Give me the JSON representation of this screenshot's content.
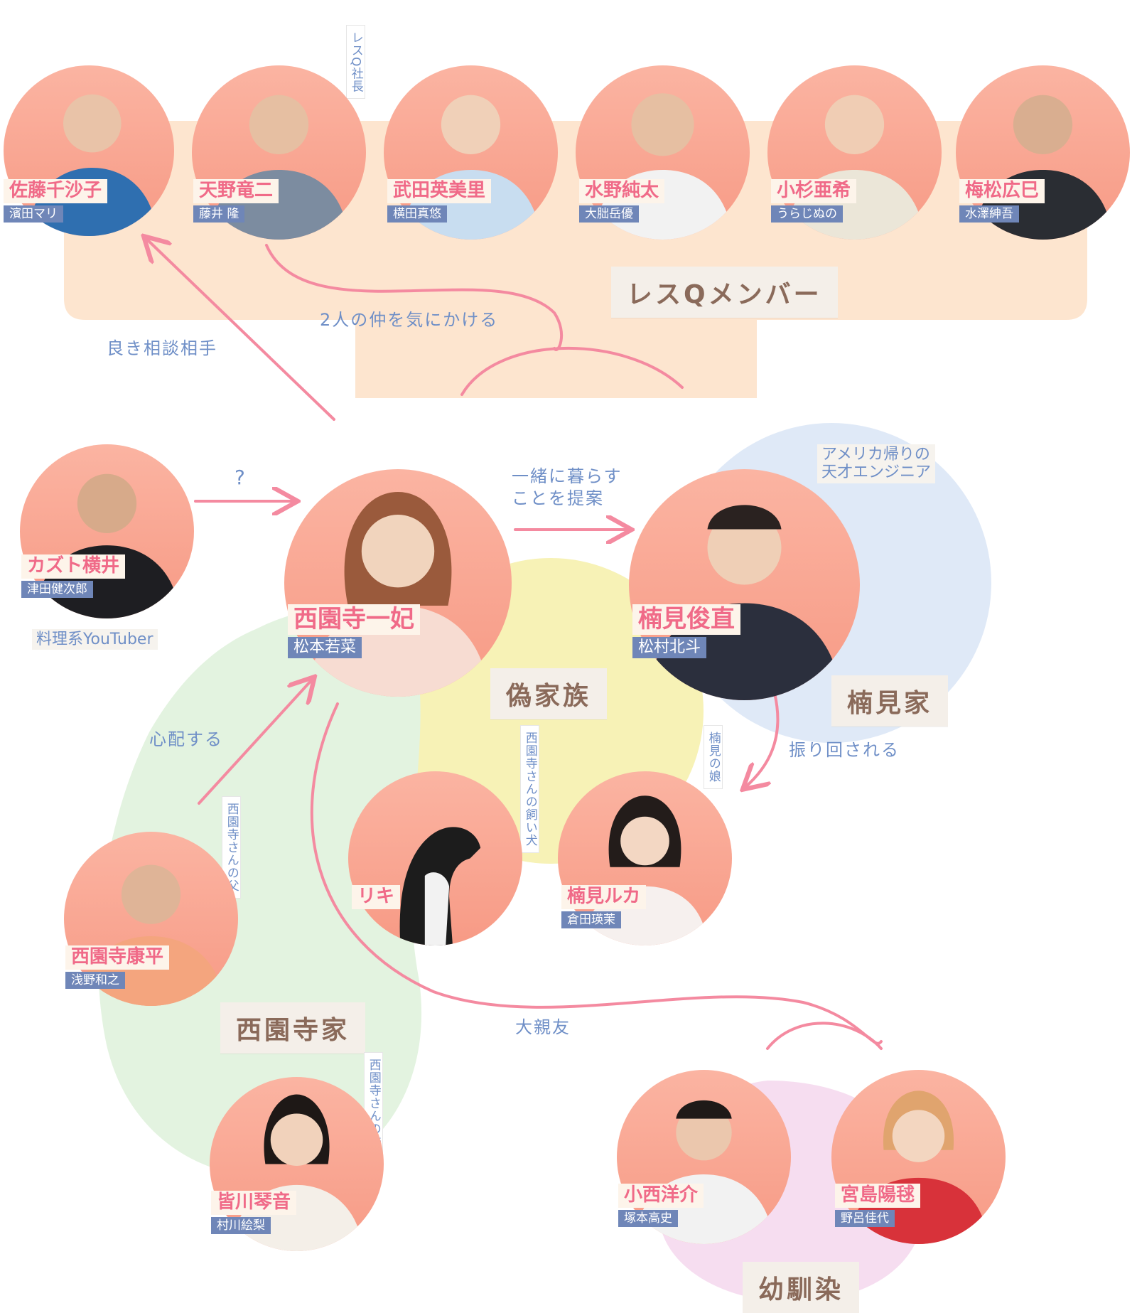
{
  "group_labels": {
    "resq": "レスQメンバー",
    "fake_family": "偽家族",
    "kusumi_family": "楠見家",
    "saionji_family": "西園寺家",
    "childhood_friends": "幼馴染"
  },
  "relations": {
    "good_adviser": "良き相談相手",
    "care_about_two": "2人の仲を気にかける",
    "question": "?",
    "propose_line1": "一緒に暮らす",
    "propose_line2": "ことを提案",
    "worried": "心配する",
    "swung_around": "振り回される",
    "best_friend": "大親友"
  },
  "notes": {
    "resq_president": "レスQ社長",
    "cooking_youtuber": "料理系YouTuber",
    "genius_engineer_line1": "アメリカ帰りの",
    "genius_engineer_line2": "天才エンジニア",
    "dog_note": "西園寺さんの飼い犬",
    "daughter_note": "楠見の娘",
    "father_note": "西園寺さんの父",
    "sister_note": "西園寺さんの妹"
  },
  "people": {
    "sato": {
      "name": "佐藤千沙子",
      "actor": "濱田マリ"
    },
    "amano": {
      "name": "天野竜二",
      "actor": "藤井 隆"
    },
    "takeda": {
      "name": "武田英美里",
      "actor": "横田真悠"
    },
    "mizuno": {
      "name": "水野純太",
      "actor": "大朏岳優"
    },
    "kosugi": {
      "name": "小杉亜希",
      "actor": "うらじぬの"
    },
    "umematsu": {
      "name": "梅松広巳",
      "actor": "水澤紳吾"
    },
    "kazuto": {
      "name": "カズト横井",
      "actor": "津田健次郎"
    },
    "kazuki": {
      "name": "西園寺一妃",
      "actor": "松本若菜"
    },
    "toshinao": {
      "name": "楠見俊直",
      "actor": "松村北斗"
    },
    "riki": {
      "name": "リキ"
    },
    "ruka": {
      "name": "楠見ルカ",
      "actor": "倉田瑛茉"
    },
    "kohei": {
      "name": "西園寺康平",
      "actor": "浅野和之"
    },
    "kotone": {
      "name": "皆川琴音",
      "actor": "村川絵梨"
    },
    "konishi": {
      "name": "小西洋介",
      "actor": "塚本高史"
    },
    "miyajima": {
      "name": "宮島陽毬",
      "actor": "野呂佳代"
    }
  },
  "colors": {
    "pink_line": "#f48aa0",
    "blue_text": "#6f8fc7",
    "pink_name": "#f06a88",
    "actor_bg": "#6f86b8",
    "resq_panel": "#fde5cf",
    "fake_family_blob": "#f7f2b6",
    "kusumi_blob": "#dfe9f7",
    "saionji_blob": "#e3f3e0",
    "friends_blob": "#f6ddf0"
  }
}
